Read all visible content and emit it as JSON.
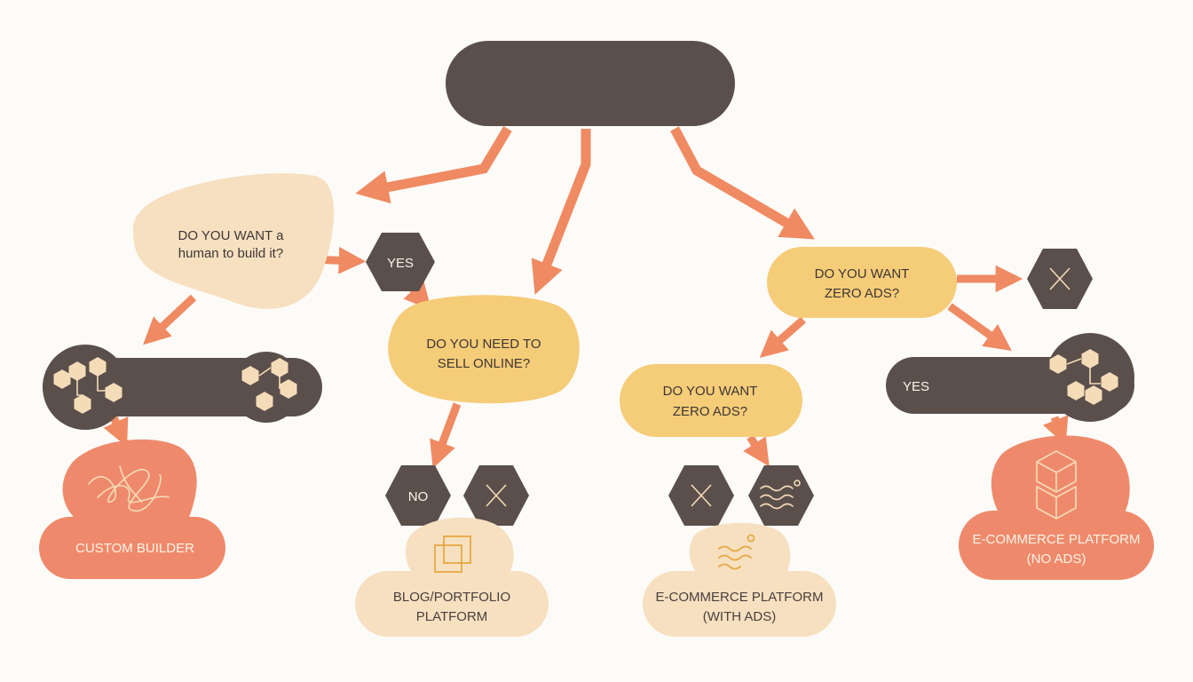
{
  "colors": {
    "background": "#fdfbf8",
    "dark": "#5b4f4c",
    "arrow": "#ef8a62",
    "coral": "#ee8a6b",
    "cream": "#f6e0c0",
    "yellow": "#f5cc78",
    "icon_line": "#f5dcb8"
  },
  "root": {
    "label": ""
  },
  "q1": {
    "line1": "DO YOU WANT a",
    "line2": "human to build it?"
  },
  "yes_a": {
    "label": "YES"
  },
  "q2": {
    "line1": "DO YOU NEED TO",
    "line2": "SELL ONLINE?"
  },
  "q3": {
    "line1": "DO YOU WANT",
    "line2": "ZERO ADS?"
  },
  "q4": {
    "line1": "DO YOU WANT",
    "line2": "ZERO ADS?"
  },
  "no_a": {
    "label": "NO"
  },
  "yes_b": {
    "label": "YES"
  },
  "results": {
    "custom": {
      "line1": "CUSTOM BUILDER"
    },
    "blog": {
      "line1": "BLOG/PORTFOLIO",
      "line2": "PLATFORM"
    },
    "ecom_ads": {
      "line1": "E-COMMERCE PLATFORM",
      "line2": "(WITH ADS)"
    },
    "ecom_noads": {
      "line1": "E-COMMERCE PLATFORM",
      "line2": "(NO ADS)"
    }
  },
  "icons": {
    "hex_network": "network-icon",
    "cross": "close-icon",
    "waves": "waves-icon",
    "squares": "copy-squares-icon",
    "box": "package-icon",
    "scribble": "scribble-icon"
  }
}
